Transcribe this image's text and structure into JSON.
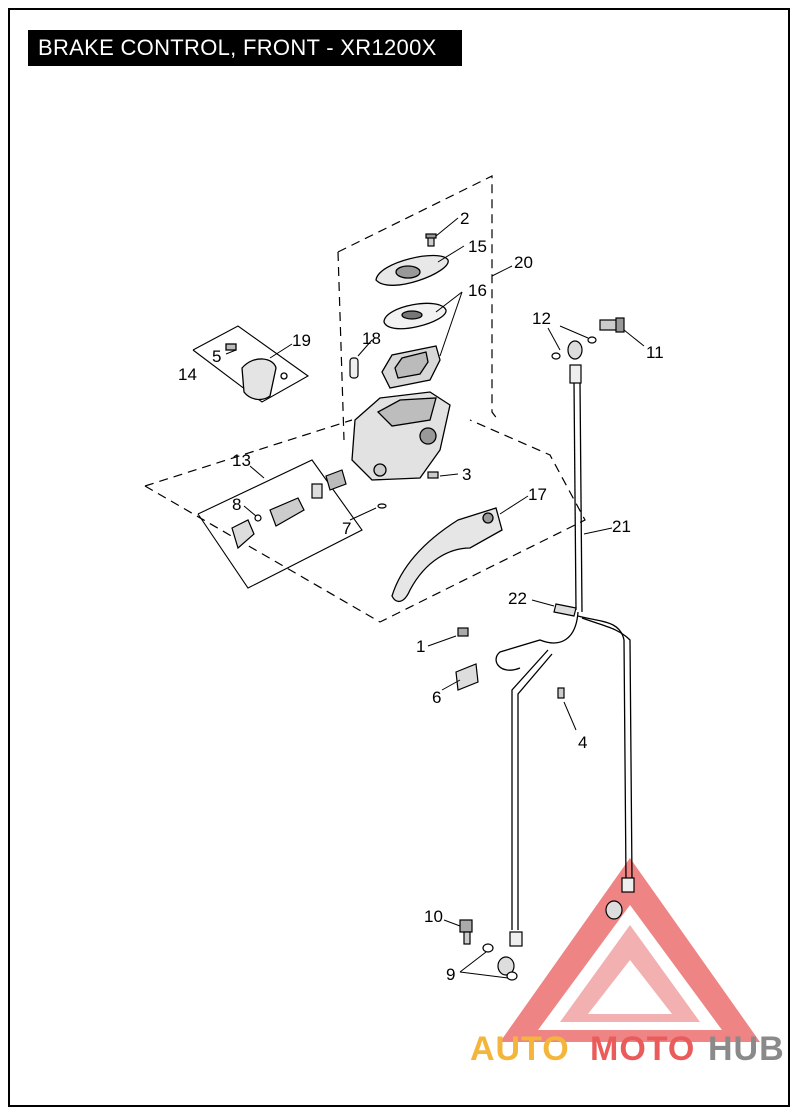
{
  "title": "BRAKE CONTROL, FRONT - XR1200X",
  "callouts": {
    "c1": "1",
    "c2": "2",
    "c3": "3",
    "c4": "4",
    "c5": "5",
    "c6": "6",
    "c7": "7",
    "c8": "8",
    "c9": "9",
    "c10": "10",
    "c11": "11",
    "c12": "12",
    "c13": "13",
    "c14": "14",
    "c15": "15",
    "c16": "16",
    "c17": "17",
    "c18": "18",
    "c19": "19",
    "c20": "20",
    "c21": "21",
    "c22": "22"
  },
  "watermark": {
    "part1": "AUTO",
    "part2": "MOTO",
    "part3": "HUB",
    "colors": {
      "auto": "#f4b63a",
      "moto": "#ea5b5b",
      "hub": "#8a8a8a"
    }
  }
}
